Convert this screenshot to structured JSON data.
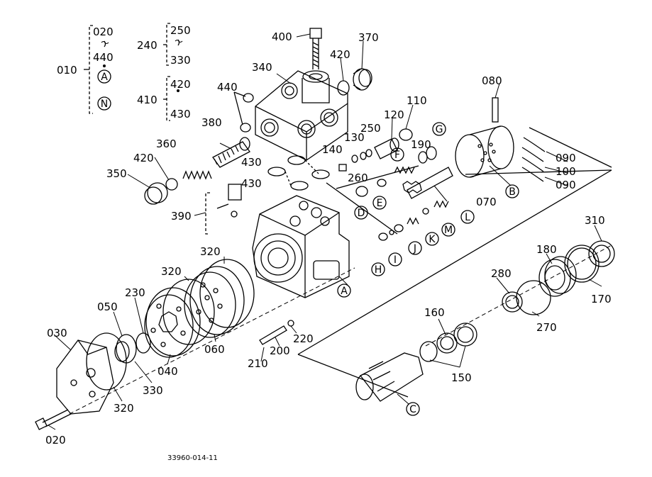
{
  "labels": {
    "010": "010",
    "020a": "020",
    "440a": "440",
    "240": "240",
    "250": "250",
    "330a": "330",
    "410": "410",
    "420a": "420",
    "430a": "430",
    "400": "400",
    "370": "370",
    "420b": "420",
    "340": "340",
    "440b": "440",
    "380": "380",
    "360": "360",
    "420c": "420",
    "350": "350",
    "430b": "430",
    "430c": "430",
    "390": "390",
    "110": "110",
    "120": "120",
    "130": "130",
    "250b": "250",
    "190": "190",
    "140": "140",
    "260": "260",
    "080": "080",
    "090a": "090",
    "100": "100",
    "090b": "090",
    "070": "070",
    "310": "310",
    "320a": "320",
    "320b": "320",
    "180": "180",
    "280": "280",
    "170": "170",
    "270": "270",
    "230": "230",
    "050": "050",
    "030": "030",
    "040": "040",
    "060": "060",
    "220": "220",
    "200": "200",
    "210": "210",
    "330b": "330",
    "320c": "320",
    "020b": "020",
    "160": "160",
    "150": "150"
  },
  "circled_letters": {
    "A1": "A",
    "N": "N",
    "G": "G",
    "F": "F",
    "E": "E",
    "D": "D",
    "B": "B",
    "L": "L",
    "M": "M",
    "K": "K",
    "J": "J",
    "I": "I",
    "H": "H",
    "A2": "A",
    "C": "C"
  },
  "figure_number": "33960-014-11"
}
